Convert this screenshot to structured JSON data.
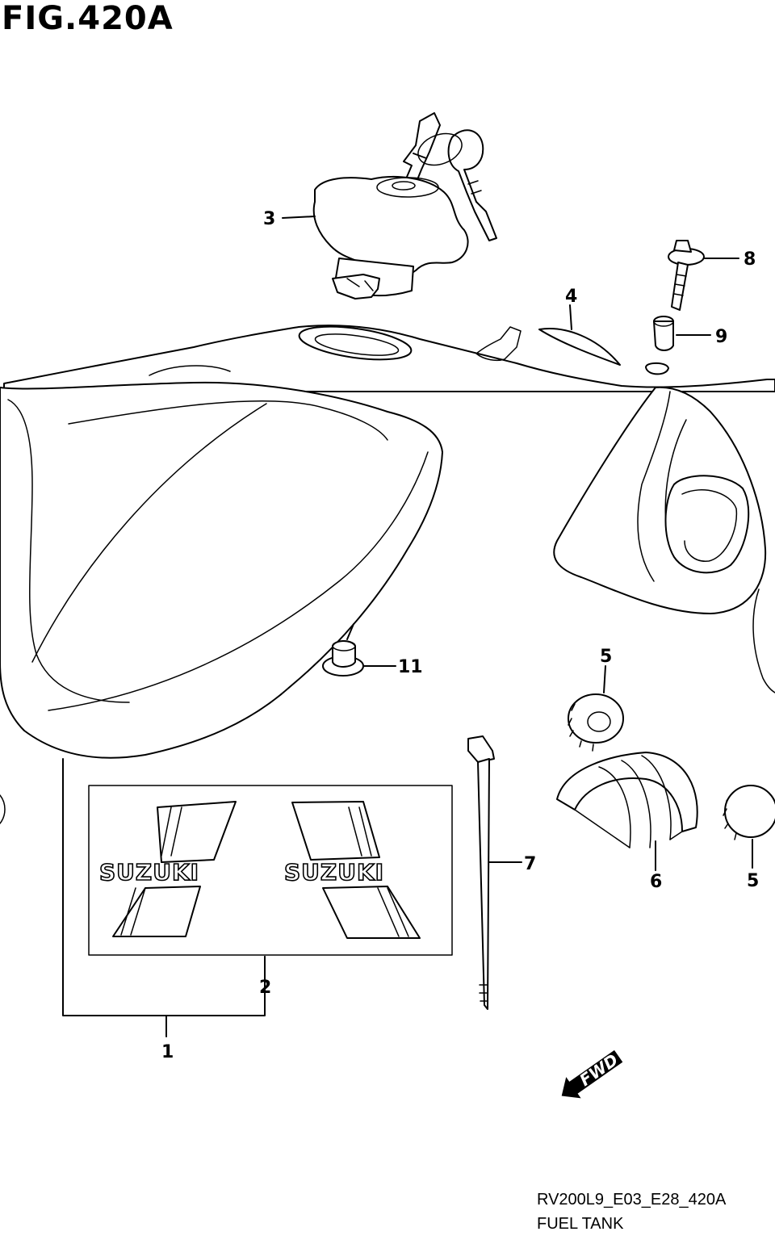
{
  "figure": {
    "title": "FIG.420A",
    "code": "RV200L9_E03_E28_420A",
    "name": "FUEL TANK"
  },
  "callouts": [
    "1",
    "2",
    "3",
    "4",
    "5",
    "5",
    "6",
    "7",
    "8",
    "9",
    "11"
  ],
  "emblem_text": [
    "SUZUKI",
    "SUZUKI"
  ],
  "direction_badge": "FWD"
}
